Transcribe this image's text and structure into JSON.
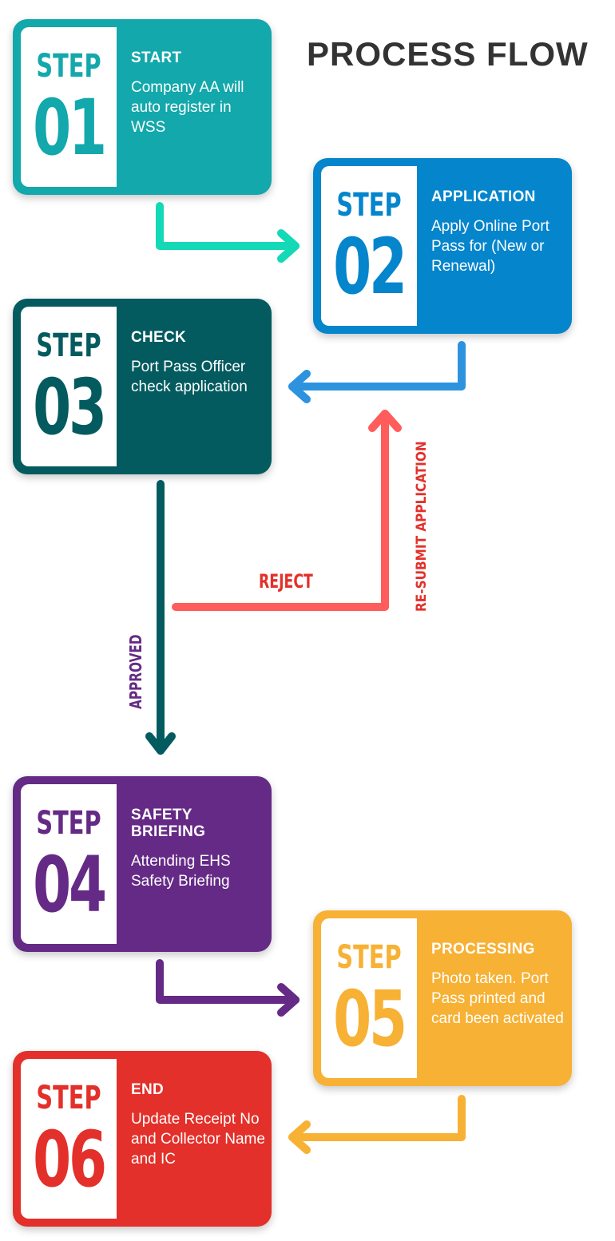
{
  "title": "PROCESS FLOW",
  "step_word": "STEP",
  "steps": [
    {
      "number": "01",
      "heading": "START",
      "body": "Company AA will auto register in WSS",
      "color": "#13a8ab"
    },
    {
      "number": "02",
      "heading": "APPLICATION",
      "body": "Apply Online Port Pass for (New or Renewal)",
      "color": "#0485cc"
    },
    {
      "number": "03",
      "heading": "CHECK",
      "body": "Port Pass Officer check application",
      "color": "#045b5f"
    },
    {
      "number": "04",
      "heading": "SAFETY BRIEFING",
      "body": "Attending EHS Safety Briefing",
      "color": "#652a86"
    },
    {
      "number": "05",
      "heading": "PROCESSING",
      "body": "Photo taken. Port Pass printed and card been activated",
      "color": "#f7b134"
    },
    {
      "number": "06",
      "heading": "END",
      "body": "Update Receipt No and Collector Name and IC",
      "color": "#e3302a"
    }
  ],
  "labels": {
    "reject": "REJECT",
    "resubmit": "RE-SUBMIT APPLICATION",
    "approved": "APPROVED"
  },
  "colors": {
    "arrow_1_2": "#14d9b6",
    "arrow_2_3": "#2e93df",
    "reject": "#ff5c5c",
    "reject_text": "#e3302a",
    "approved_line": "#045b5f",
    "approved_text": "#652a86",
    "arrow_4_5": "#652a86",
    "arrow_5_6": "#f7b134",
    "title": "#333333"
  }
}
